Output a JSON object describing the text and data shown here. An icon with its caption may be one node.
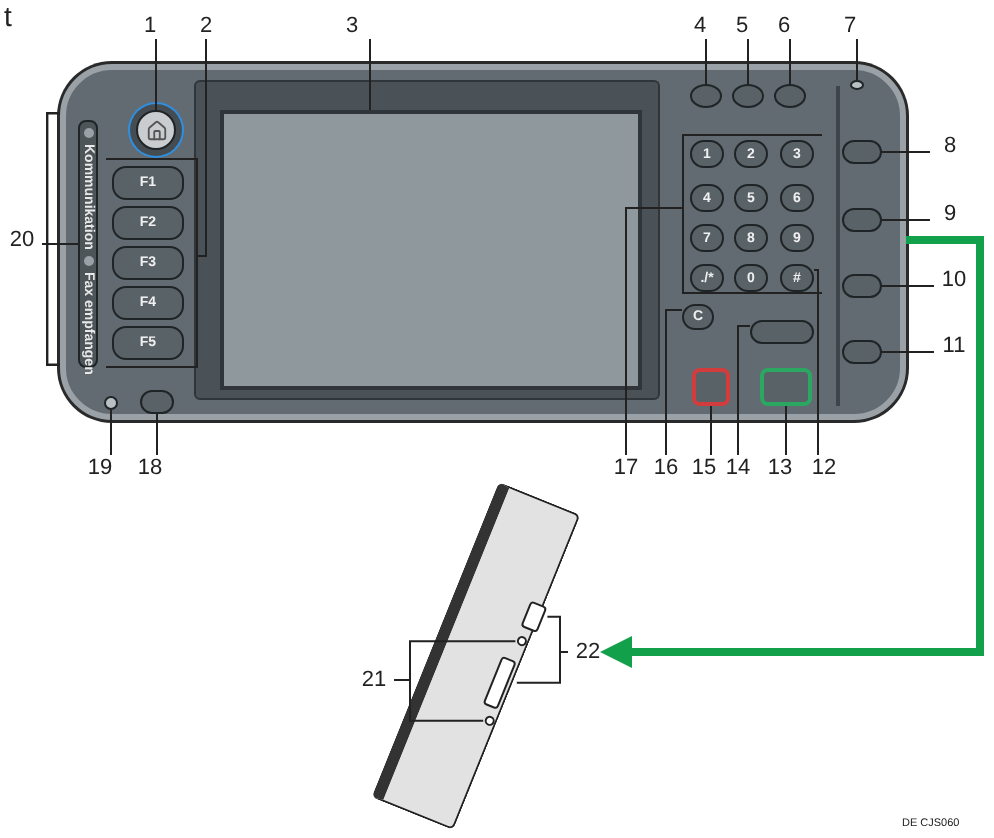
{
  "diagram": {
    "nodes": [
      {
        "text": [],
        "shape": "box"
      },
      {
        "text": [],
        "shape": "circle",
        "in": 0
      },
      {
        "text": [],
        "shape": "box",
        "in": 0
      },
      {
        "text": [
          "F1"
        ],
        "in": 2
      },
      {
        "text": [
          "F2"
        ],
        "in": 2
      },
      {
        "text": [
          "F3"
        ],
        "in": 2
      },
      {
        "text": [
          "F4"
        ],
        "in": 2
      },
      {
        "text": [
          "F5"
        ],
        "in": 2
      },
      {
        "text": [],
        "shape": "box",
        "in": 0
      },
      {
        "text": [],
        "shape": "circle",
        "in": 0
      },
      {
        "text": [],
        "shape": "circle",
        "in": 0
      },
      {
        "text": [],
        "shape": "circle",
        "in": 0
      },
      {
        "text": [],
        "shape": "circle",
        "in": 0
      },
      {
        "text": [],
        "shape": "box",
        "in": 0
      },
      {
        "text": [
          "1"
        ],
        "in": 13
      },
      {
        "text": [
          "2"
        ],
        "in": 13
      },
      {
        "text": [
          "3"
        ],
        "in": 13
      },
      {
        "text": [
          "4"
        ],
        "in": 13
      },
      {
        "text": [
          "5"
        ],
        "in": 13
      },
      {
        "text": [
          "6"
        ],
        "in": 13
      },
      {
        "text": [
          "7"
        ],
        "in": 13
      },
      {
        "text": [
          "8"
        ],
        "in": 13
      },
      {
        "text": [
          "9"
        ],
        "in": 13
      },
      {
        "text": [
          "./*"
        ],
        "in": 13
      },
      {
        "text": [
          "0"
        ],
        "in": 13
      },
      {
        "text": [
          "#"
        ],
        "in": 13
      },
      {
        "text": [
          "C"
        ],
        "in": 0
      },
      {
        "text": [],
        "shape": "box",
        "in": 0
      },
      {
        "text": [],
        "shape": "box",
        "in": 0
      },
      {
        "text": [],
        "shape": "box",
        "in": 0
      },
      {
        "text": [],
        "shape": "box",
        "in": 0
      },
      {
        "text": [],
        "shape": "box",
        "in": 0
      },
      {
        "text": [],
        "shape": "box",
        "in": 0
      },
      {
        "text": [],
        "shape": "box",
        "in": 0
      },
      {
        "text": [
          "Kommunikation",
          "Fax empfangen"
        ],
        "in": 0
      },
      {
        "text": [],
        "shape": "circle",
        "in": 0
      },
      {
        "text": [],
        "shape": "box",
        "in": 0
      },
      {
        "text": [],
        "shape": "box"
      },
      {
        "text": [],
        "shape": "box",
        "in": 37
      },
      {
        "text": [],
        "shape": "circle",
        "in": 37
      },
      {
        "text": [],
        "shape": "box",
        "in": 37
      },
      {
        "text": [],
        "shape": "circle",
        "in": 37
      },
      {
        "text": [
          "1"
        ]
      },
      {
        "text": [
          "2"
        ]
      },
      {
        "text": [
          "3"
        ]
      },
      {
        "text": [
          "4"
        ]
      },
      {
        "text": [
          "5"
        ]
      },
      {
        "text": [
          "6"
        ]
      },
      {
        "text": [
          "7"
        ]
      },
      {
        "text": [
          "8"
        ]
      },
      {
        "text": [
          "9"
        ]
      },
      {
        "text": [
          "10"
        ]
      },
      {
        "text": [
          "11"
        ]
      },
      {
        "text": [
          "12"
        ]
      },
      {
        "text": [
          "13"
        ]
      },
      {
        "text": [
          "14"
        ]
      },
      {
        "text": [
          "15"
        ]
      },
      {
        "text": [
          "16"
        ]
      },
      {
        "text": [
          "17"
        ]
      },
      {
        "text": [
          "18"
        ]
      },
      {
        "text": [
          "19"
        ]
      },
      {
        "text": [
          "20"
        ]
      },
      {
        "text": [
          "21"
        ]
      },
      {
        "text": [
          "22"
        ]
      }
    ],
    "edges": [
      {
        "from": 42,
        "to": 1,
        "arrow": "none"
      },
      {
        "from": 43,
        "to": 2,
        "arrow": "none"
      },
      {
        "from": 44,
        "to": 8,
        "arrow": "none"
      },
      {
        "from": 45,
        "to": 9,
        "arrow": "none"
      },
      {
        "from": 46,
        "to": 10,
        "arrow": "none"
      },
      {
        "from": 47,
        "to": 11,
        "arrow": "none"
      },
      {
        "from": 48,
        "to": 12,
        "arrow": "none"
      },
      {
        "from": 49,
        "to": 30,
        "arrow": "none"
      },
      {
        "from": 50,
        "to": 31,
        "arrow": "none"
      },
      {
        "from": 51,
        "to": 32,
        "arrow": "none"
      },
      {
        "from": 52,
        "to": 33,
        "arrow": "none"
      },
      {
        "from": 53,
        "to": 25,
        "arrow": "none"
      },
      {
        "from": 54,
        "to": 29,
        "arrow": "none"
      },
      {
        "from": 55,
        "to": 27,
        "arrow": "none"
      },
      {
        "from": 56,
        "to": 28,
        "arrow": "none"
      },
      {
        "from": 57,
        "to": 26,
        "arrow": "none"
      },
      {
        "from": 58,
        "to": 13,
        "arrow": "none"
      },
      {
        "from": 59,
        "to": 36,
        "arrow": "none"
      },
      {
        "from": 60,
        "to": 35,
        "arrow": "none"
      },
      {
        "from": 61,
        "to": 34,
        "arrow": "none"
      },
      {
        "from": 62,
        "to": 39,
        "arrow": "none"
      },
      {
        "from": 62,
        "to": 41,
        "arrow": "none"
      },
      {
        "from": 63,
        "to": 38,
        "arrow": "none"
      },
      {
        "from": 63,
        "to": 40,
        "arrow": "none"
      },
      {
        "from": 0,
        "to": 63,
        "arrow": "to",
        "style": "thick",
        "color": "#12a04a"
      }
    ],
    "labels": [
      "t",
      "DE CJS060"
    ]
  }
}
